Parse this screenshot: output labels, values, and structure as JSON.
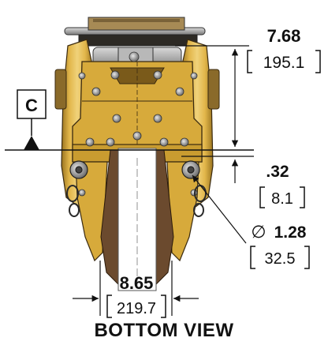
{
  "view_title": "BOTTOM VIEW",
  "datum": {
    "label": "C"
  },
  "dimensions": {
    "height_in": "7.68",
    "height_mm": "195.1",
    "offset_in": ".32",
    "offset_mm": "8.1",
    "hole_in": "1.28",
    "hole_mm": "32.5",
    "hole_symbol": "∅",
    "width_in": "8.65",
    "width_mm": "219.7"
  },
  "colors": {
    "body": "#d7aa3b",
    "body_shadow": "#9a7420",
    "body_highlight": "#f0d27a",
    "rail": "#6b4a2e",
    "steel": "#8c8c8c",
    "line": "#111111"
  }
}
